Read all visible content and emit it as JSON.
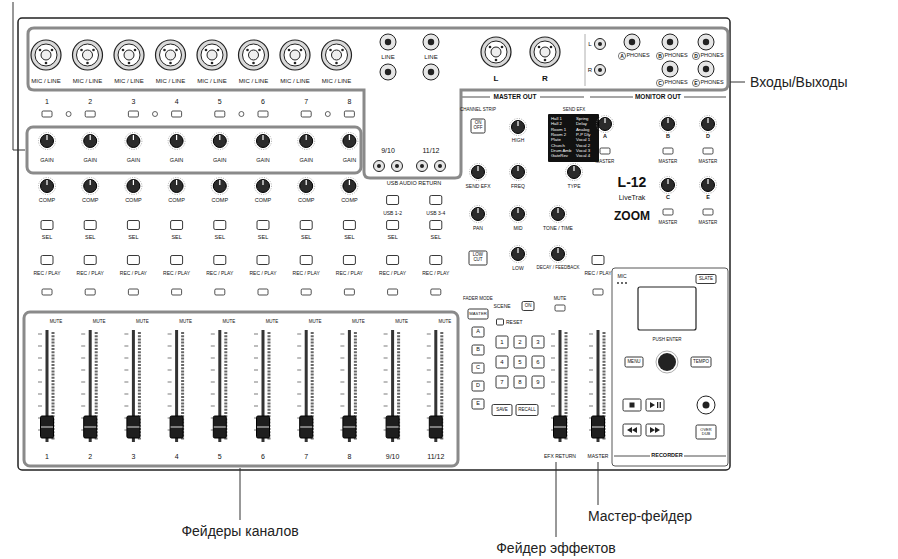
{
  "diagram": {
    "labels": [
      "MIC / LINE",
      "MIC / LINE",
      "MIC / LINE",
      "MIC / LINE",
      "MIC / LINE",
      "MIC / LINE",
      "MIC / LINE",
      "MIC / LINE",
      "LINE",
      "LINE",
      "L",
      "R",
      "L",
      "R",
      "A",
      "PHONES",
      "B",
      "PHONES",
      "C",
      "PHONES",
      "D",
      "PHONES",
      "E",
      "PHONES",
      "1",
      "2",
      "3",
      "4",
      "5",
      "6",
      "7",
      "8",
      "9/10",
      "11/12",
      "GAIN",
      "GAIN",
      "GAIN",
      "GAIN",
      "GAIN",
      "GAIN",
      "GAIN",
      "GAIN",
      "COMP",
      "COMP",
      "COMP",
      "COMP",
      "COMP",
      "COMP",
      "COMP",
      "COMP",
      "USB AUDIO RETURN",
      "USB 1-2",
      "USB 3-4",
      "SEL",
      "SEL",
      "SEL",
      "SEL",
      "SEL",
      "SEL",
      "SEL",
      "SEL",
      "SEL",
      "SEL",
      "REC / PLAY",
      "REC / PLAY",
      "REC / PLAY",
      "REC / PLAY",
      "REC / PLAY",
      "REC / PLAY",
      "REC / PLAY",
      "REC / PLAY",
      "REC / PLAY",
      "REC / PLAY",
      "REC / PLAY",
      "MUTE",
      "MUTE",
      "MUTE",
      "MUTE",
      "MUTE",
      "MUTE",
      "MUTE",
      "MUTE",
      "MUTE",
      "MUTE",
      "1",
      "2",
      "3",
      "4",
      "5",
      "6",
      "7",
      "8",
      "9/10",
      "11/12",
      "MASTER OUT",
      "MONITOR OUT",
      "CHANNEL STRIP",
      "ON OFF",
      "HIGH",
      "SEND EFX",
      "Hall 1",
      "Spring",
      "Hall 2",
      "Delay",
      "Room 1",
      "Analog",
      "Room 2",
      "P-P Dly",
      "Plate",
      "Vocal 1",
      "Church",
      "Vocal 2",
      "Drum Amb",
      "Vocal 3",
      "GateRev",
      "Vocal 4",
      "SEND EFX",
      "FREQ",
      "TYPE",
      "PAN",
      "MID",
      "TONE / TIME",
      "LOW CUT",
      "LOW",
      "DECAY / FEEDBACK",
      "FADER MODE",
      "MASTER",
      "A",
      "B",
      "C",
      "D",
      "E",
      "SCENE",
      "ON",
      "RESET",
      "1",
      "2",
      "3",
      "4",
      "5",
      "6",
      "7",
      "8",
      "9",
      "SAVE",
      "RECALL",
      "MUTE",
      "EFX RETURN",
      "MASTER",
      "A",
      "MASTER",
      "B",
      "MASTER",
      "C",
      "MASTER",
      "D",
      "MASTER",
      "E",
      "MASTER",
      "L-12",
      "LiveTrak",
      "ZOOM",
      "MIC",
      "SLATE",
      "PUSH ENTER",
      "MENU",
      "TEMPO",
      "OVER DUB",
      "RECORDER",
      "Входы/Выходы",
      "Фейдеры каналов",
      "Мастер-фейдер",
      "Фейдер эффектов"
    ]
  }
}
